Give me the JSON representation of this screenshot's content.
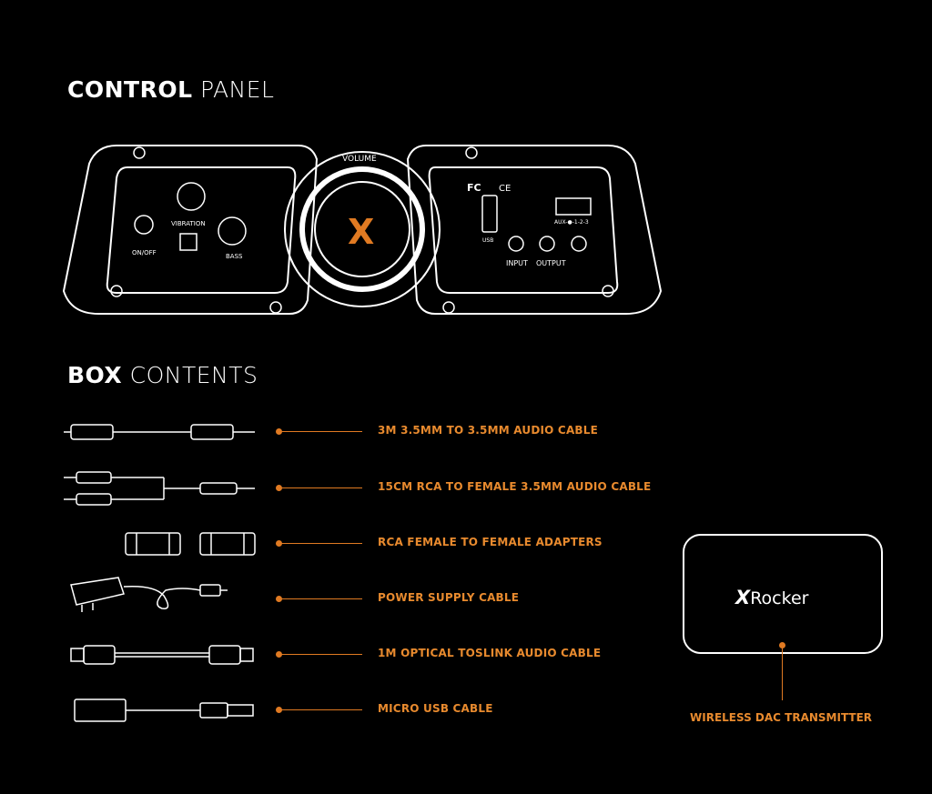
{
  "headings": {
    "control_bold": "CONTROL",
    "control_light": "PANEL",
    "box_bold": "BOX",
    "box_light": "CONTENTS"
  },
  "panel": {
    "volume": "VOLUME",
    "vibration": "VIBRATION",
    "bass": "BASS",
    "on_off": "ON/OFF",
    "fc": "FC",
    "ce": "CE",
    "usb": "USB",
    "input": "INPUT",
    "output": "OUTPUT",
    "aux_switch": "AUX-●-1-2-3",
    "minus": "-",
    "plus": "+"
  },
  "items": [
    {
      "label": "3M 3.5MM TO 3.5MM AUDIO CABLE",
      "icon": "audio-cable-icon"
    },
    {
      "label": "15CM RCA TO FEMALE 3.5MM AUDIO CABLE",
      "icon": "rca-cable-icon"
    },
    {
      "label": "RCA FEMALE TO FEMALE ADAPTERS",
      "icon": "rca-adapter-icon"
    },
    {
      "label": "POWER SUPPLY CABLE",
      "icon": "power-supply-icon"
    },
    {
      "label": "1M OPTICAL TOSLINK AUDIO CABLE",
      "icon": "optical-cable-icon"
    },
    {
      "label": "MICRO USB CABLE",
      "icon": "usb-cable-icon"
    }
  ],
  "dac": {
    "logo_x": "X",
    "logo_text": "Rocker",
    "label": "WIRELESS DAC TRANSMITTER"
  },
  "colors": {
    "accent": "#e07a22",
    "background": "#000000",
    "line": "#ffffff"
  }
}
